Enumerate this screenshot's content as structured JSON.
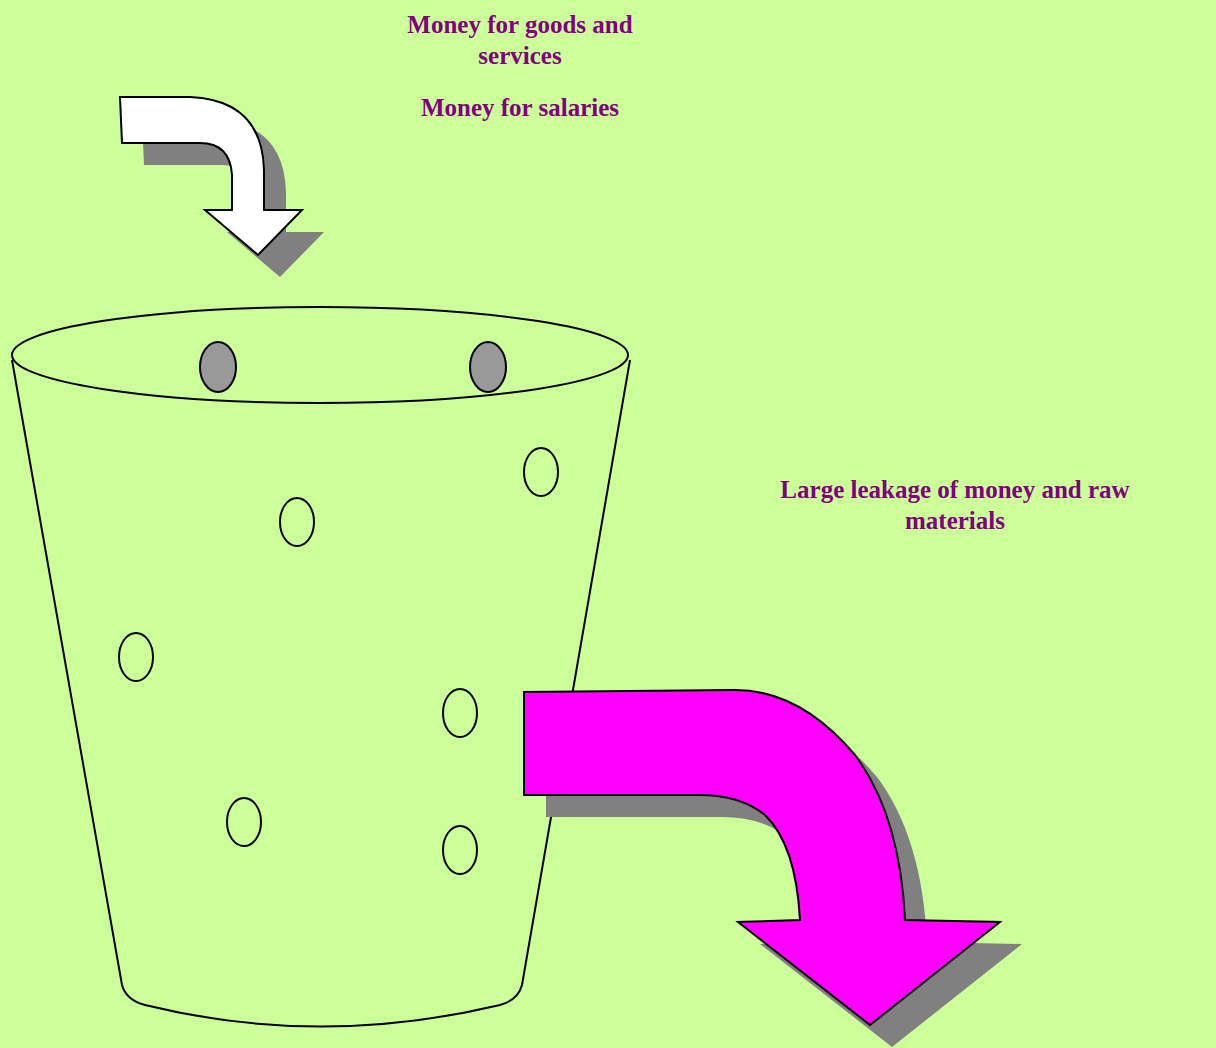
{
  "diagram": {
    "labels": [
      "Money for goods and services",
      "Money for salaries",
      "Large leakage of money and raw materials"
    ]
  }
}
